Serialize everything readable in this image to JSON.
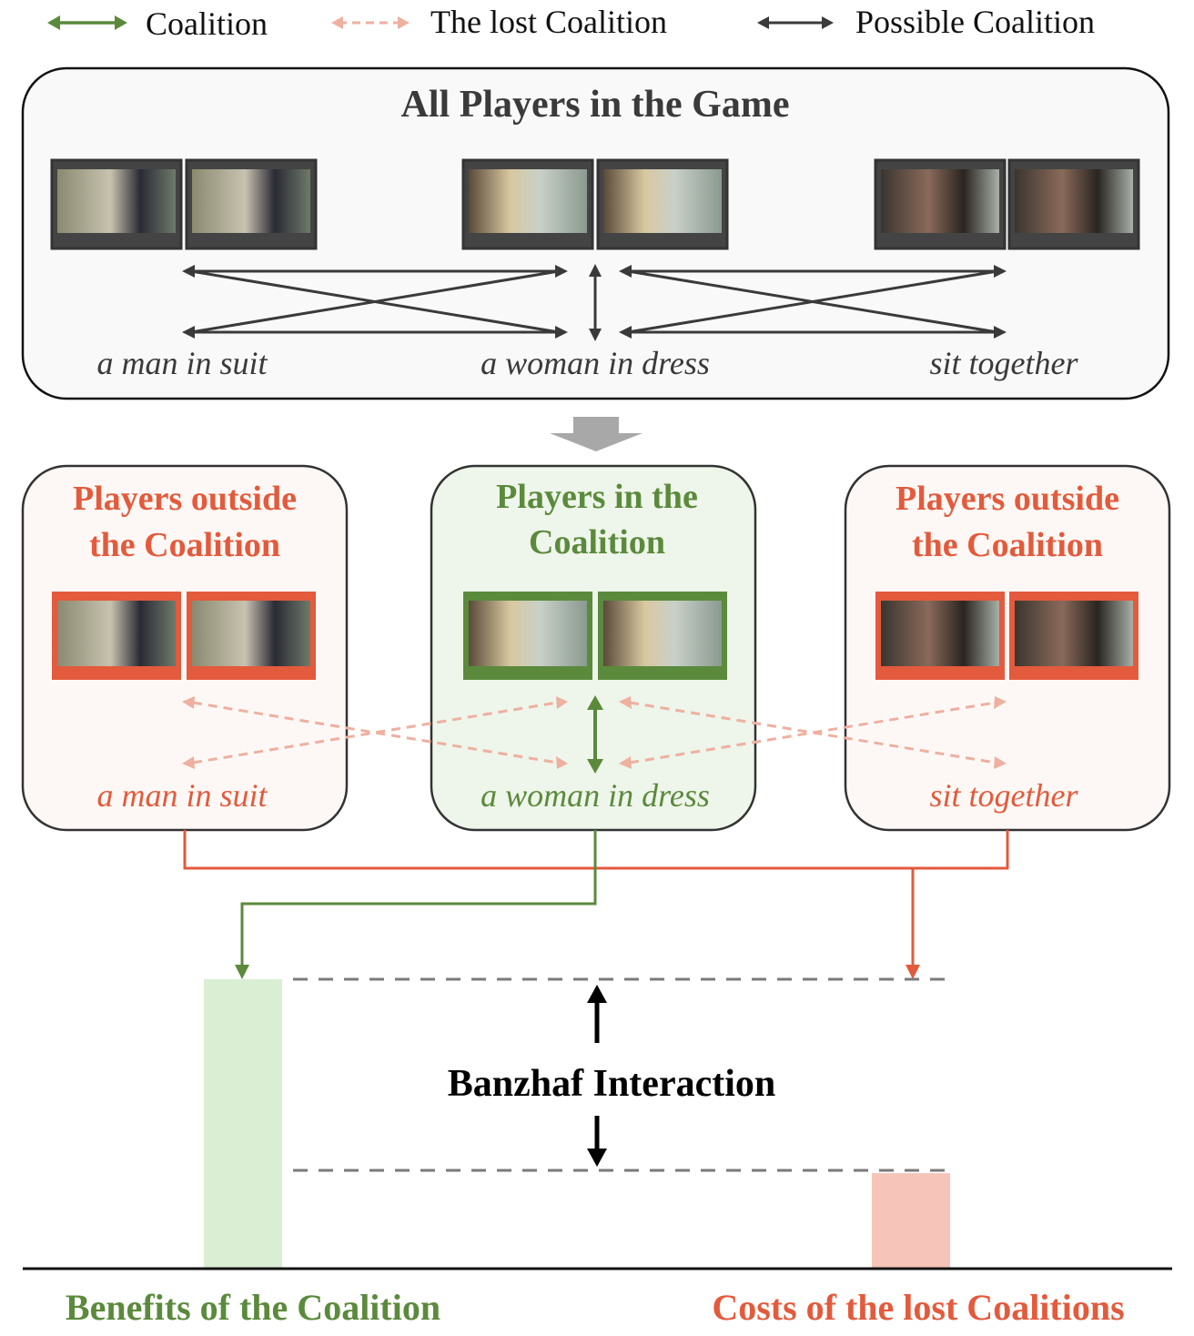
{
  "legend": {
    "coalition": "Coalition",
    "lost": "The lost Coalition",
    "possible": "Possible Coalition"
  },
  "top_box": {
    "title": "All Players in the Game",
    "labels": [
      "a man in suit",
      "a woman in dress",
      "sit together"
    ]
  },
  "coalition_boxes": {
    "left_title": [
      "Players outside",
      "the Coalition"
    ],
    "center_title": [
      "Players in the",
      "Coalition"
    ],
    "right_title": [
      "Players outside",
      "the Coalition"
    ],
    "labels": [
      "a man in suit",
      "a woman in dress",
      "sit together"
    ]
  },
  "interaction_label": "Banzhaf Interaction",
  "bottom_labels": {
    "benefits": "Benefits of the Coalition",
    "costs": "Costs of the lost Coalitions"
  },
  "chart_data": {
    "type": "bar",
    "categories": [
      "Benefits of the Coalition",
      "Costs of the lost Coalitions"
    ],
    "values": [
      1.0,
      0.33
    ]
  },
  "colors": {
    "green": "#5b8a3c",
    "red": "#e35a3c",
    "lost_pink": "#eeb0a0",
    "dark": "#3a3a3a",
    "green_fill": "#eef5ea",
    "red_fill": "#fdf8f5",
    "green_bar": "#d9eed3",
    "red_bar": "#f6c4b8",
    "gray_arrow": "#a8a8a8"
  }
}
